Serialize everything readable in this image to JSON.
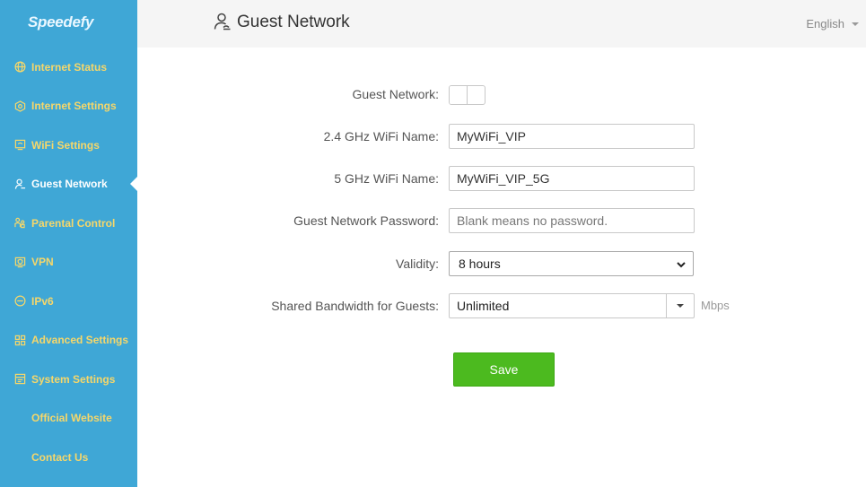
{
  "app": {
    "logo": "Speedefy"
  },
  "sidebar": {
    "items": [
      {
        "label": "Internet Status",
        "icon": "globe-icon"
      },
      {
        "label": "Internet Settings",
        "icon": "network-icon"
      },
      {
        "label": "WiFi Settings",
        "icon": "wifi-monitor-icon"
      },
      {
        "label": "Guest Network",
        "icon": "guest-user-icon",
        "active": true
      },
      {
        "label": "Parental Control",
        "icon": "parental-icon"
      },
      {
        "label": "VPN",
        "icon": "vpn-shield-icon"
      },
      {
        "label": "IPv6",
        "icon": "ipv6-icon"
      },
      {
        "label": "Advanced Settings",
        "icon": "grid-icon"
      },
      {
        "label": "System Settings",
        "icon": "system-icon"
      },
      {
        "label": "Official Website"
      },
      {
        "label": "Contact Us"
      }
    ]
  },
  "header": {
    "title": "Guest Network",
    "title_icon": "guest-user-icon",
    "language": "English"
  },
  "form": {
    "guest_network": {
      "label": "Guest Network:",
      "enabled": false
    },
    "wifi_24": {
      "label": "2.4 GHz WiFi Name:",
      "value": "MyWiFi_VIP"
    },
    "wifi_5": {
      "label": "5 GHz WiFi Name:",
      "value": "MyWiFi_VIP_5G"
    },
    "password": {
      "label": "Guest Network Password:",
      "value": "",
      "placeholder": "Blank means no password."
    },
    "validity": {
      "label": "Validity:",
      "value": "8 hours"
    },
    "bandwidth": {
      "label": "Shared Bandwidth for Guests:",
      "value": "Unlimited",
      "unit": "Mbps"
    },
    "save_label": "Save"
  },
  "colors": {
    "sidebar_bg": "#3fa7d6",
    "nav_text": "#f6d76a",
    "save_green": "#4cba1f"
  }
}
